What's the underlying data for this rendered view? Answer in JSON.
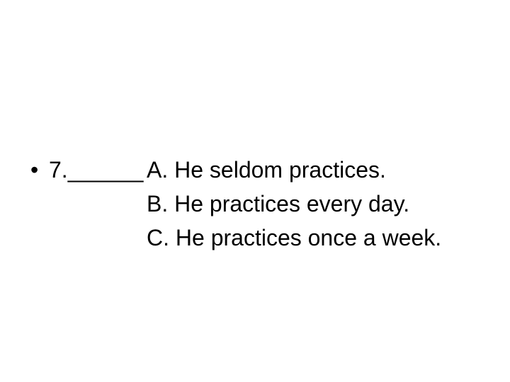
{
  "slide": {
    "colors": {
      "background": "#ffffff",
      "text": "#000000"
    },
    "bullet_glyph": "•",
    "question": {
      "number": "7.",
      "blank": "______"
    },
    "options": [
      {
        "label": "A.",
        "text": "He seldom practices."
      },
      {
        "label": "B.",
        "text": "He practices every day."
      },
      {
        "label": "C.",
        "text": "He practices once a week."
      }
    ]
  }
}
